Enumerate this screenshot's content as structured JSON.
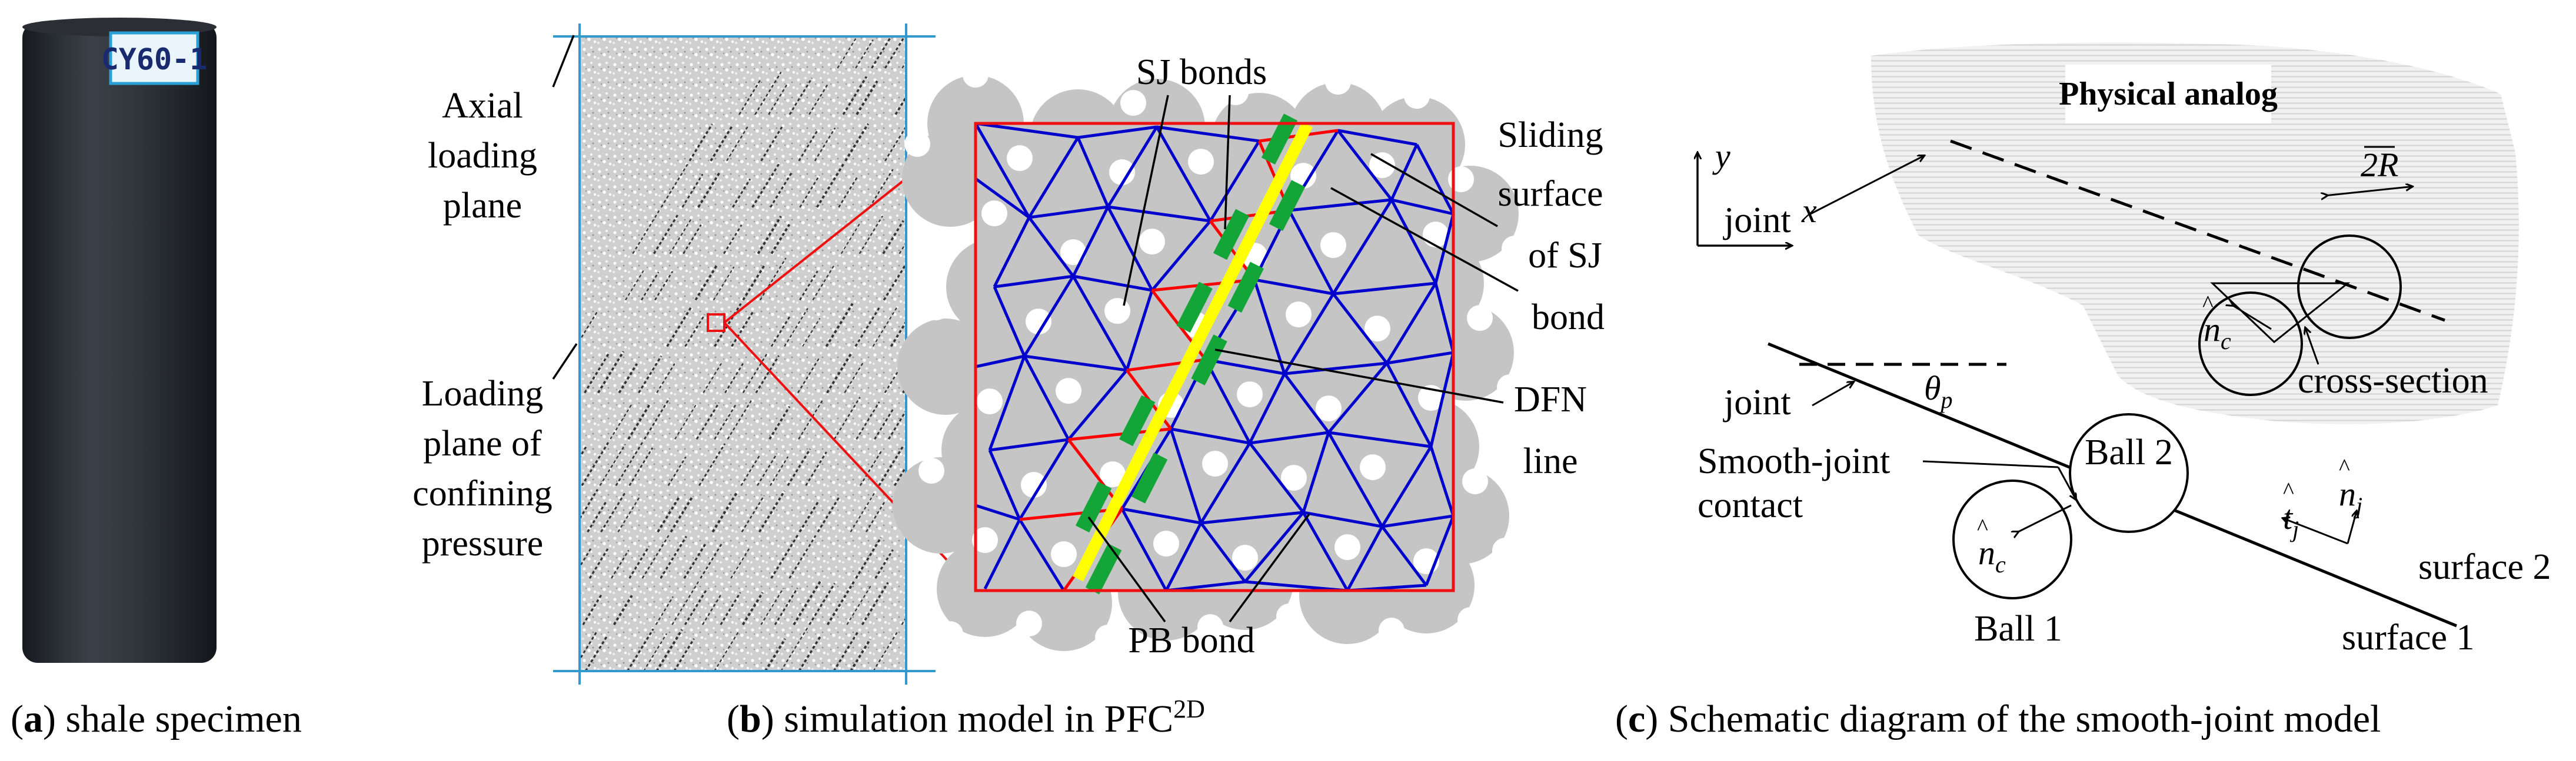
{
  "panel_a": {
    "caption_letter": "a",
    "caption_text": "shale specimen",
    "specimen_label": "CY60-1"
  },
  "panel_b": {
    "caption_letter": "b",
    "caption_text": "simulation model in PFC",
    "caption_sup": "2D",
    "labels": {
      "axial_1": "Axial",
      "axial_2": "loading",
      "axial_3": "plane",
      "conf_1": "Loading",
      "conf_2": "plane of",
      "conf_3": "confining",
      "conf_4": "pressure",
      "sj_bonds": "SJ bonds",
      "sliding_1": "Sliding",
      "sliding_2": "surface",
      "sliding_3": "of SJ",
      "sliding_4": "bond",
      "dfn_1": "DFN",
      "dfn_2": "line",
      "pb_bond": "PB bond"
    },
    "colors": {
      "dfn_line": "#ffff00",
      "sj_bond": "#13a538",
      "pb_network": "#0000cc",
      "sj_network": "#ff0000",
      "specimen_outline": "#3399cc",
      "zoom_frame": "#ee1111"
    }
  },
  "panel_c": {
    "caption_letter": "c",
    "caption_text": "Schematic diagram of the smooth-joint model",
    "labels": {
      "physical_analog": "Physical analog",
      "joint_upper": "joint",
      "joint_lower": "joint",
      "two_r": "2R",
      "n_c_upper": "n",
      "n_c_upper_sub": "c",
      "cross_section": "cross-section",
      "theta": "θ",
      "theta_sub": "p",
      "smooth_joint_1": "Smooth-joint",
      "smooth_joint_2": "contact",
      "ball_1": "Ball 1",
      "ball_2": "Ball 2",
      "n_c_lower": "n",
      "n_c_lower_sub": "c",
      "t_j": "t",
      "t_j_sub": "j",
      "n_j": "n",
      "n_j_sub": "j",
      "surface_1": "surface 1",
      "surface_2": "surface 2",
      "axis_y": "y",
      "axis_x": "x"
    }
  }
}
